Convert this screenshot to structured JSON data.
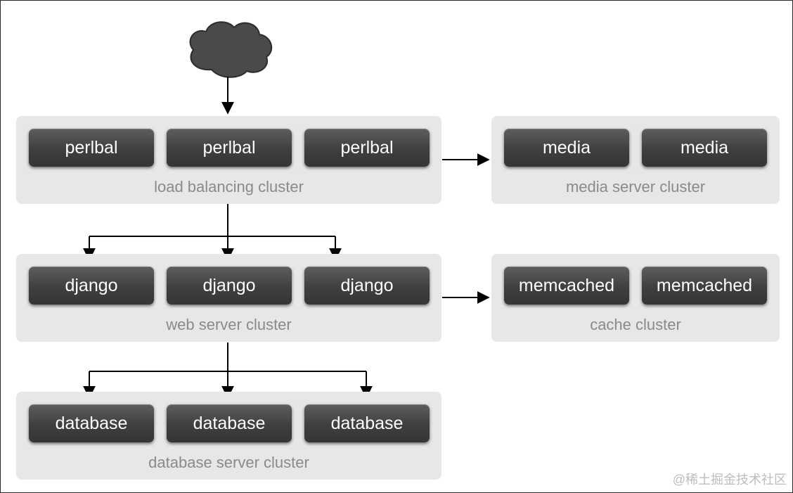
{
  "internet_icon": "cloud-icon",
  "clusters": {
    "load_balancing": {
      "label": "load balancing cluster",
      "nodes": [
        "perlbal",
        "perlbal",
        "perlbal"
      ]
    },
    "media": {
      "label": "media server cluster",
      "nodes": [
        "media",
        "media"
      ]
    },
    "web": {
      "label": "web server cluster",
      "nodes": [
        "django",
        "django",
        "django"
      ]
    },
    "cache": {
      "label": "cache cluster",
      "nodes": [
        "memcached",
        "memcached"
      ]
    },
    "database": {
      "label": "database server cluster",
      "nodes": [
        "database",
        "database",
        "database"
      ]
    }
  },
  "edges": [
    [
      "internet",
      "load_balancing"
    ],
    [
      "load_balancing",
      "media"
    ],
    [
      "load_balancing",
      "web"
    ],
    [
      "web",
      "cache"
    ],
    [
      "web",
      "database"
    ]
  ],
  "colors": {
    "node": "#444444",
    "cluster": "#e7e7e7",
    "arrow": "#000000"
  },
  "watermark": "@稀土掘金技术社区"
}
